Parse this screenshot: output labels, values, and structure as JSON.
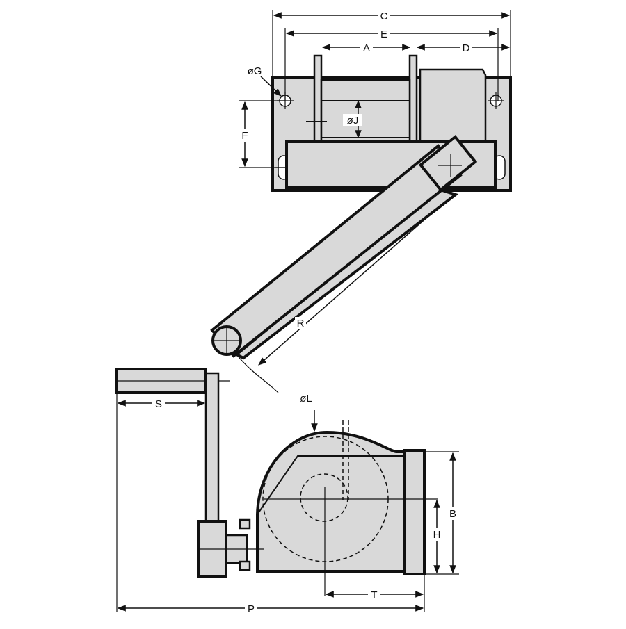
{
  "diagram": {
    "labels": {
      "A": "A",
      "B": "B",
      "C": "C",
      "D": "D",
      "E": "E",
      "F": "F",
      "G": "øG",
      "H": "H",
      "J": "øJ",
      "L": "øL",
      "P": "P",
      "R": "R",
      "S": "S",
      "T": "T"
    },
    "colors": {
      "part_fill": "#d9d9d9",
      "line": "#111111",
      "background": "#ffffff"
    }
  }
}
